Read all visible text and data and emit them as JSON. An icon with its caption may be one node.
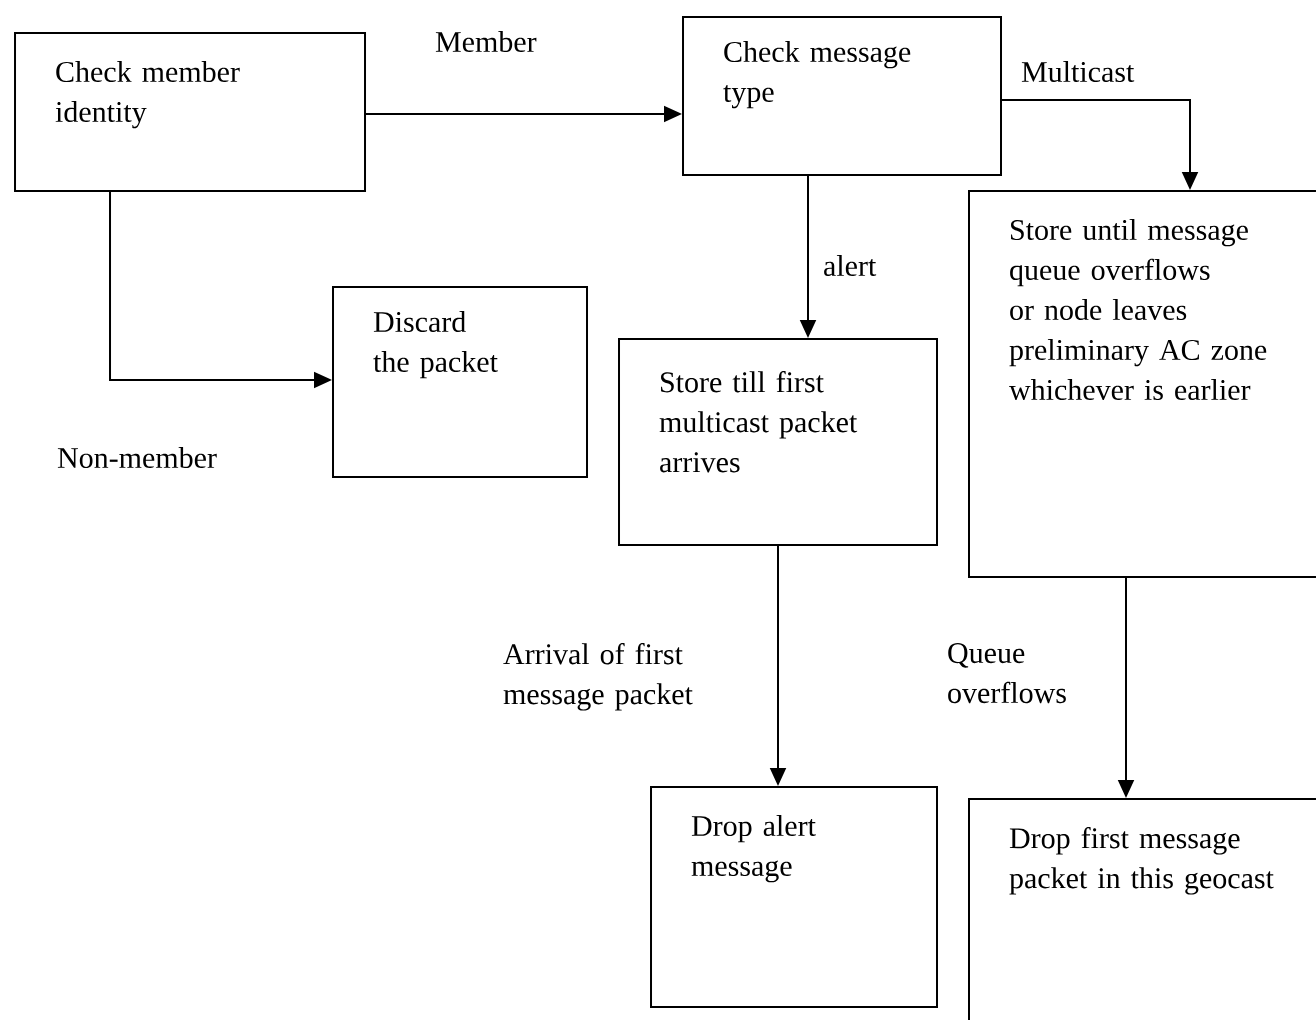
{
  "diagram": {
    "nodes": [
      {
        "text": [
          "Check member identity"
        ]
      },
      {
        "text": [
          "Check message type"
        ]
      },
      {
        "text": [
          "Discard the packet"
        ]
      },
      {
        "text": [
          "Store till first multicast packet arrives"
        ]
      },
      {
        "text": [
          "Store until message queue overflows or node leaves preliminary AC zone whichever is earlier"
        ]
      },
      {
        "text": [
          "Drop alert message"
        ]
      },
      {
        "text": [
          "Drop first message packet in this geocast"
        ]
      }
    ],
    "edges": [
      {
        "from": 0,
        "to": 1,
        "arrow": "to",
        "label": "Member"
      },
      {
        "from": 0,
        "to": 2,
        "arrow": "to",
        "label": "Non-member"
      },
      {
        "from": 1,
        "to": 4,
        "arrow": "to",
        "label": "Multicast"
      },
      {
        "from": 1,
        "to": 3,
        "arrow": "to",
        "label": "alert"
      },
      {
        "from": 3,
        "to": 5,
        "arrow": "to",
        "label": "Arrival of first message packet"
      },
      {
        "from": 4,
        "to": 6,
        "arrow": "to",
        "label": "Queue overflows"
      }
    ]
  }
}
